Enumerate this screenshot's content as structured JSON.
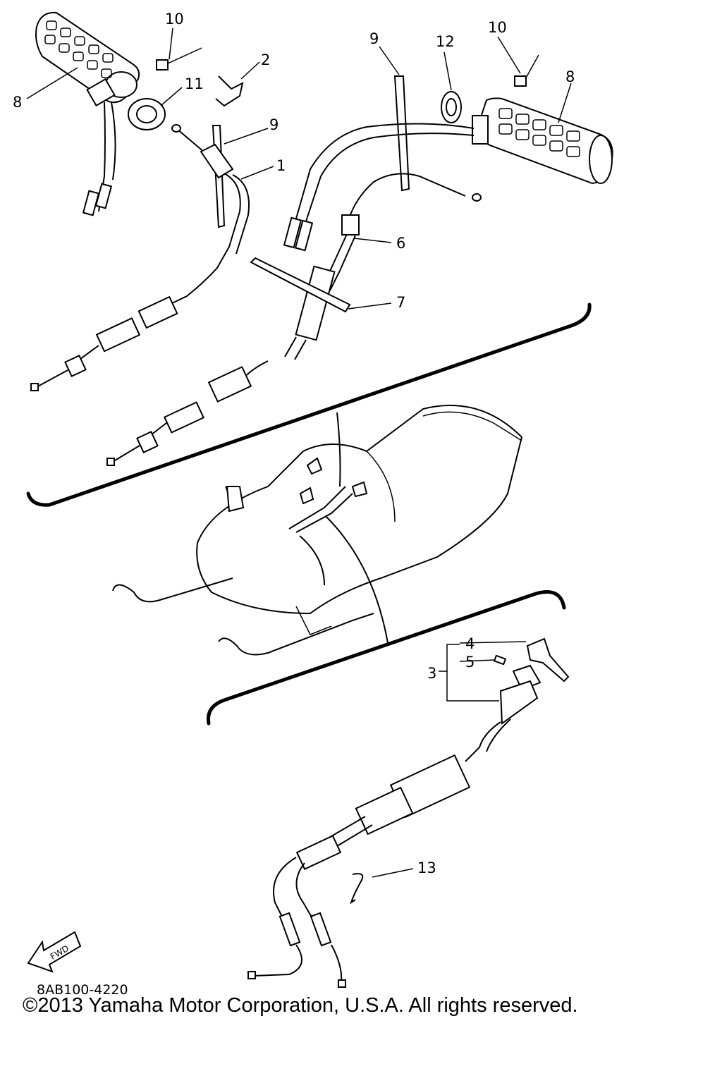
{
  "diagram": {
    "callouts": [
      {
        "id": "c10a",
        "text": "10"
      },
      {
        "id": "c2",
        "text": "2"
      },
      {
        "id": "c11",
        "text": "11"
      },
      {
        "id": "c8a",
        "text": "8"
      },
      {
        "id": "c9a",
        "text": "9"
      },
      {
        "id": "c1",
        "text": "1"
      },
      {
        "id": "c9b",
        "text": "9"
      },
      {
        "id": "c12",
        "text": "12"
      },
      {
        "id": "c10b",
        "text": "10"
      },
      {
        "id": "c8b",
        "text": "8"
      },
      {
        "id": "c6",
        "text": "6"
      },
      {
        "id": "c7",
        "text": "7"
      },
      {
        "id": "c4",
        "text": "4"
      },
      {
        "id": "c5",
        "text": "5"
      },
      {
        "id": "c3",
        "text": "3"
      },
      {
        "id": "c13",
        "text": "13"
      }
    ],
    "fwd_label": "FWD",
    "code": "8AB100-4220",
    "copyright": "©2013 Yamaha Motor Corporation, U.S.A. All rights reserved."
  }
}
